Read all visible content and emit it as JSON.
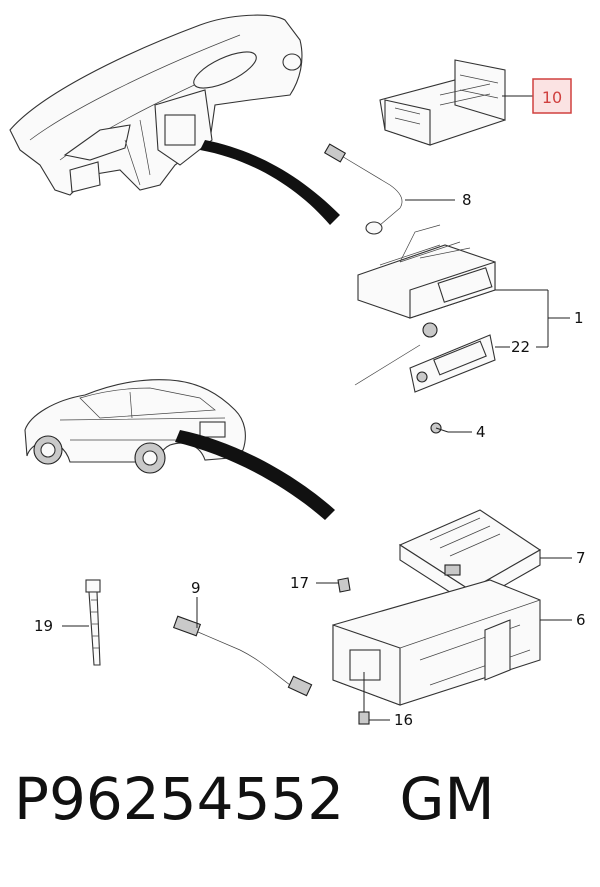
{
  "callouts": {
    "c1": "1",
    "c4": "4",
    "c6": "6",
    "c7": "7",
    "c8": "8",
    "c9": "9",
    "c10": "10",
    "c16": "16",
    "c17": "17",
    "c19": "19",
    "c22": "22"
  },
  "highlight_color": "#d0403f",
  "highlight_fill": "#fbe3e3",
  "footer": {
    "part_number": "P96254552",
    "brand": "GM"
  }
}
